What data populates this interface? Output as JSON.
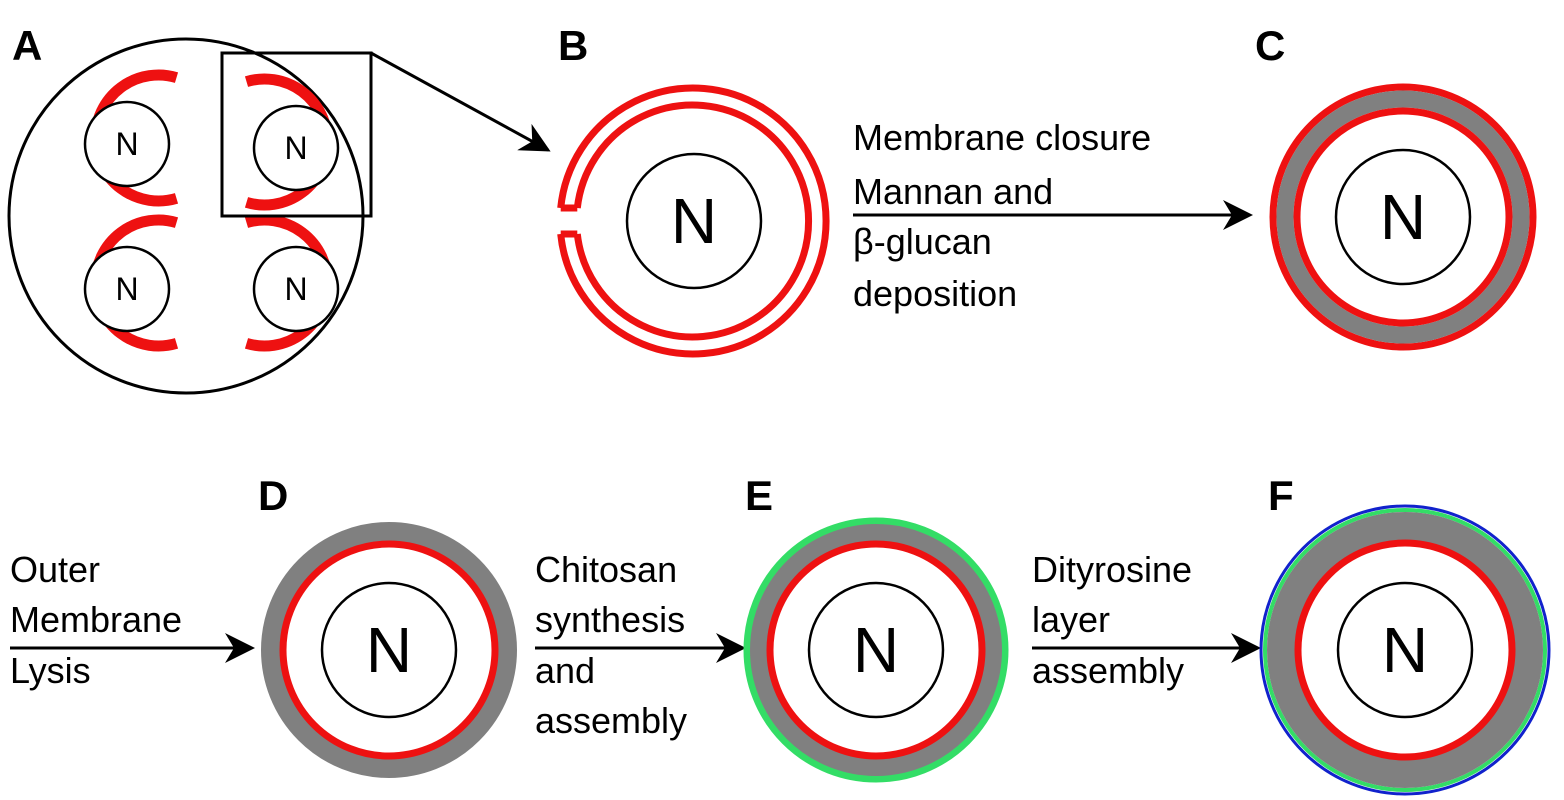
{
  "panels": {
    "a": "A",
    "b": "B",
    "c": "C",
    "d": "D",
    "e": "E",
    "f": "F"
  },
  "nucleus_label": "N",
  "steps": {
    "b_to_c": [
      "Membrane closure",
      "Mannan and",
      "β-glucan",
      "deposition"
    ],
    "to_d": [
      "Outer",
      "Membrane",
      "Lysis"
    ],
    "d_to_e": [
      "Chitosan",
      "synthesis",
      "and",
      "assembly"
    ],
    "e_to_f": [
      "Dityrosine",
      "layer",
      "assembly"
    ]
  },
  "colors": {
    "membrane": "#ee1111",
    "mannan_glucan_layer": "#808080",
    "chitosan_layer": "#33dd66",
    "dityrosine_layer": "#1122cc",
    "outline": "#000000"
  }
}
